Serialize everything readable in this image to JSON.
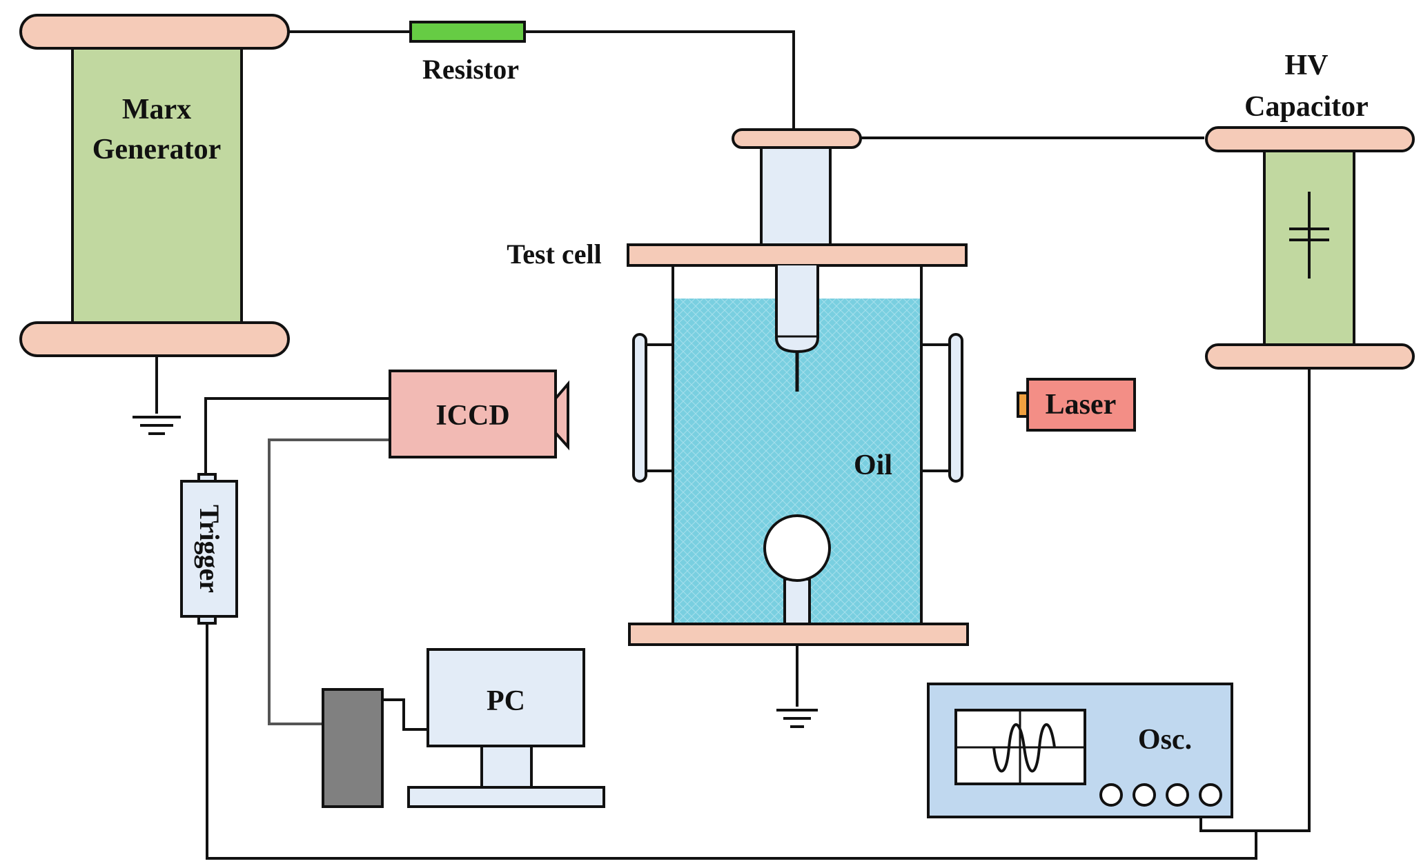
{
  "labels": {
    "marx_line1": "Marx",
    "marx_line2": "Generator",
    "resistor": "Resistor",
    "hv_line1": "HV",
    "hv_line2": "Capacitor",
    "test_cell": "Test cell",
    "iccd": "ICCD",
    "laser": "Laser",
    "oil": "Oil",
    "trigger": "Trigger",
    "pc": "PC",
    "osc": "Osc."
  },
  "colors": {
    "flange": "#f5cbb8",
    "generator_body": "#c1d8a0",
    "resistor": "#66cc44",
    "bushing": "#e3ecf7",
    "oil": "#79cfe0",
    "iccd": "#f2bab4",
    "laser": "#f38e86",
    "laser_tip": "#f0a040",
    "trigger": "#e3ecf7",
    "pc": "#e3ecf7",
    "pc_box": "#808080",
    "osc_body": "#c0d8ef",
    "osc_screen": "#ffffff"
  }
}
